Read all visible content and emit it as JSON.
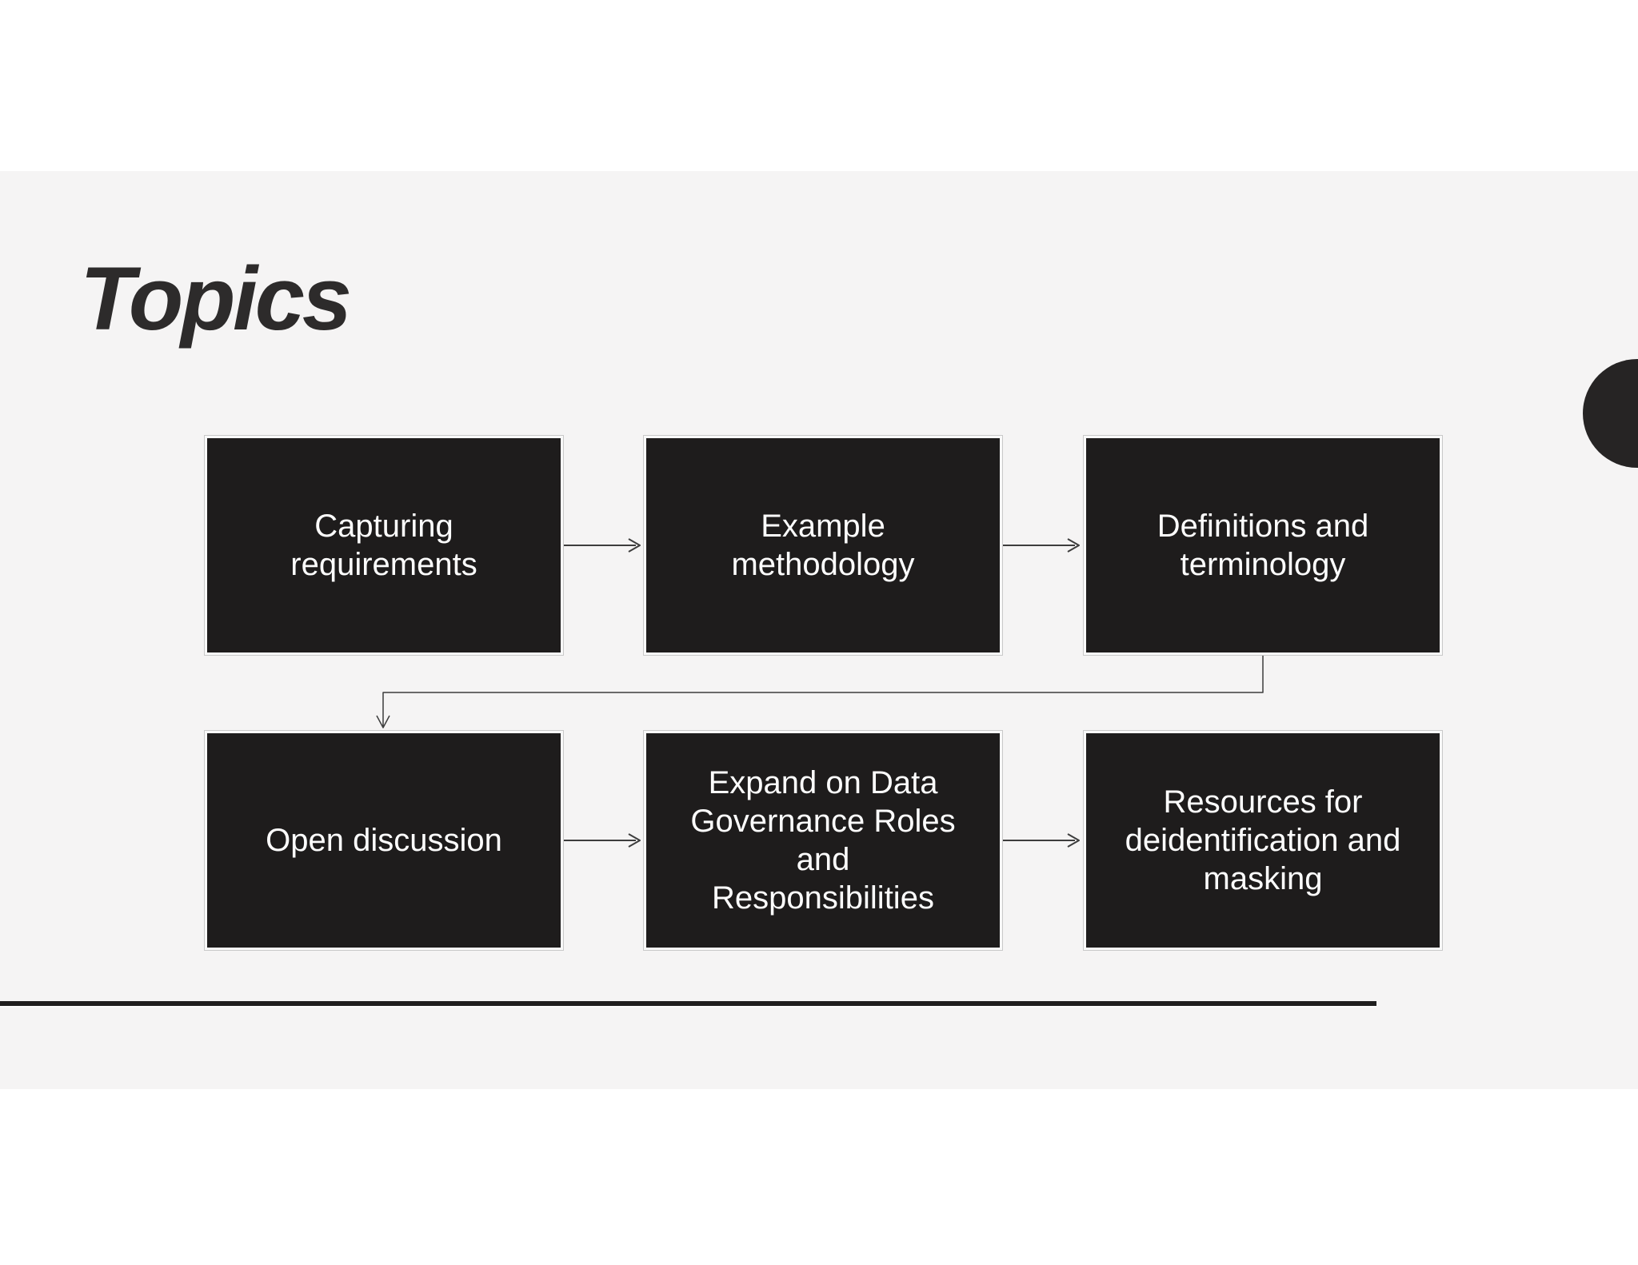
{
  "slide": {
    "title": "Topics",
    "boxes": [
      {
        "label": "Capturing requirements"
      },
      {
        "label": "Example methodology"
      },
      {
        "label": "Definitions and terminology"
      },
      {
        "label": "Open discussion"
      },
      {
        "label": "Expand on Data Governance Roles and Responsibilities"
      },
      {
        "label": "Resources for deidentification and masking"
      }
    ],
    "connections": [
      {
        "from": "Capturing requirements",
        "to": "Example methodology"
      },
      {
        "from": "Example methodology",
        "to": "Definitions and terminology"
      },
      {
        "from": "Definitions and terminology",
        "to": "Open discussion"
      },
      {
        "from": "Open discussion",
        "to": "Expand on Data Governance Roles and Responsibilities"
      },
      {
        "from": "Expand on Data Governance Roles and Responsibilities",
        "to": "Resources for deidentification and masking"
      }
    ],
    "colors": {
      "page_bg": "#ffffff",
      "slide_bg": "#f5f4f4",
      "box_fill": "#1e1c1c",
      "box_text": "#fdfdfd",
      "box_frame": "#f9f9f9",
      "box_hairline": "#c9c9c9",
      "title_text": "#2d2b2b",
      "connector": "#3d3d3d",
      "accent_circle": "#262424",
      "divider": "#1f1e1e"
    }
  }
}
